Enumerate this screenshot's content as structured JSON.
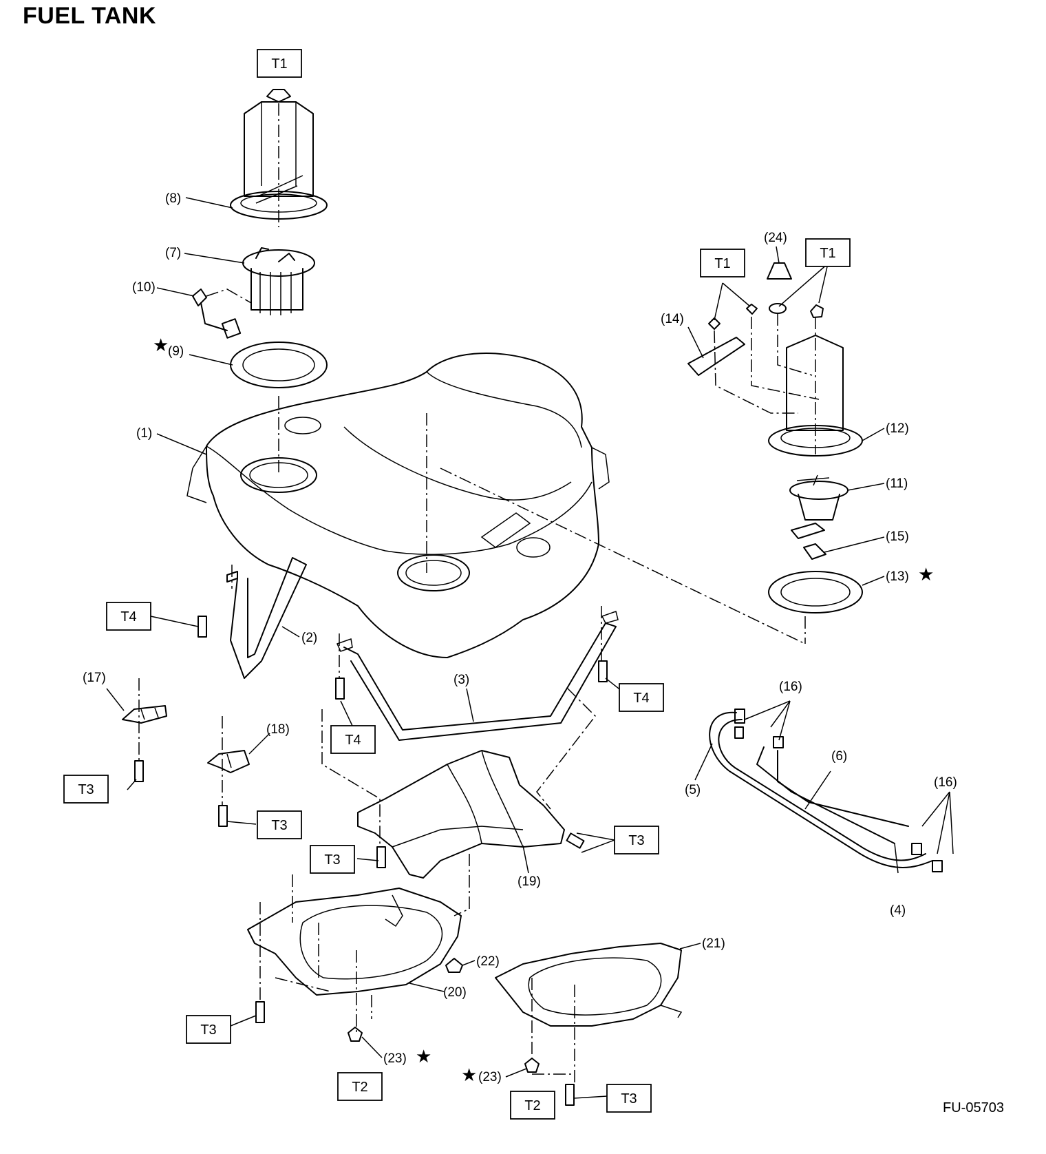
{
  "title": "FUEL TANK",
  "figure_id": "FU-05703",
  "torque_labels": {
    "t1": "T1",
    "t2": "T2",
    "t3": "T3",
    "t4": "T4"
  },
  "callouts": {
    "c1": "(1)",
    "c2": "(2)",
    "c3": "(3)",
    "c4": "(4)",
    "c5": "(5)",
    "c6": "(6)",
    "c7": "(7)",
    "c8": "(8)",
    "c9": "(9)",
    "c10": "(10)",
    "c11": "(11)",
    "c12": "(12)",
    "c13": "(13)",
    "c14": "(14)",
    "c15": "(15)",
    "c16": "(16)",
    "c17": "(17)",
    "c18": "(18)",
    "c19": "(19)",
    "c20": "(20)",
    "c21": "(21)",
    "c22": "(22)",
    "c23": "(23)",
    "c24": "(24)"
  },
  "star_symbol": "★"
}
